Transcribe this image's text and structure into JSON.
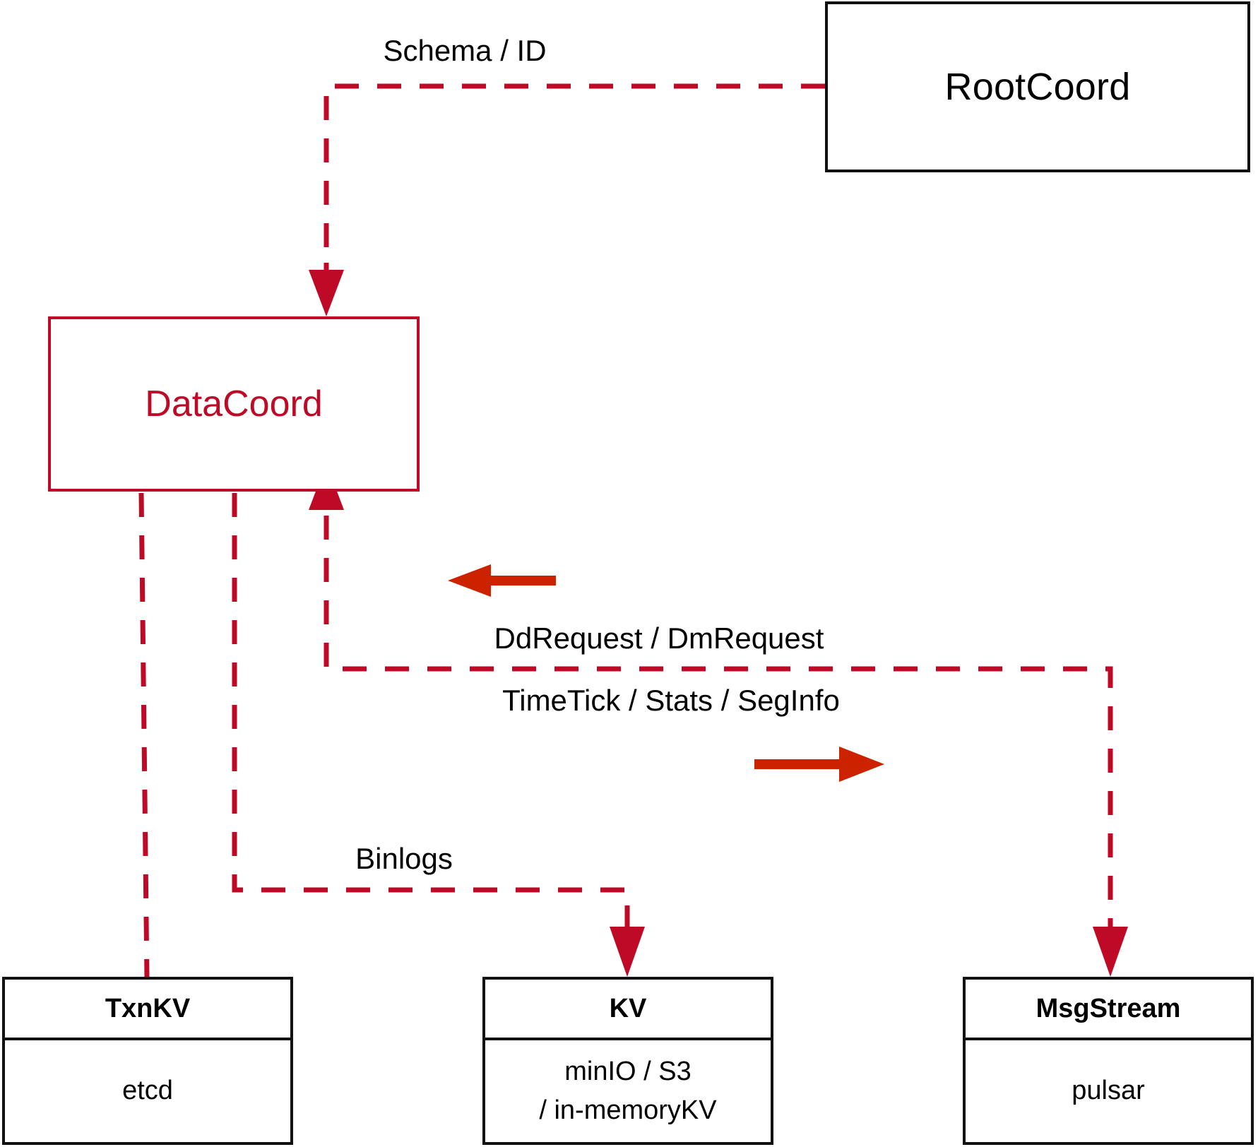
{
  "diagram": {
    "title": "DataCoord component dependency diagram",
    "colors": {
      "accent_crimson": "#BE0A26",
      "arrow_red": "#CC2200",
      "outline_black": "#111111",
      "background": "#FFFFFF"
    },
    "nodes": {
      "rootcoord": {
        "label": "RootCoord"
      },
      "datacoord": {
        "label": "DataCoord"
      },
      "txnkv": {
        "title": "TxnKV",
        "impl_line1": "etcd"
      },
      "kv": {
        "title": "KV",
        "impl_line1": "minIO / S3",
        "impl_line2": "/ in-memoryKV"
      },
      "msgstream": {
        "title": "MsgStream",
        "impl_line1": "pulsar"
      }
    },
    "edge_labels": {
      "schema_id": "Schema / ID",
      "dd_dm_request": "DdRequest / DmRequest",
      "timetick_stats_seginfo": "TimeTick / Stats / SegInfo",
      "binlogs": "Binlogs"
    }
  }
}
